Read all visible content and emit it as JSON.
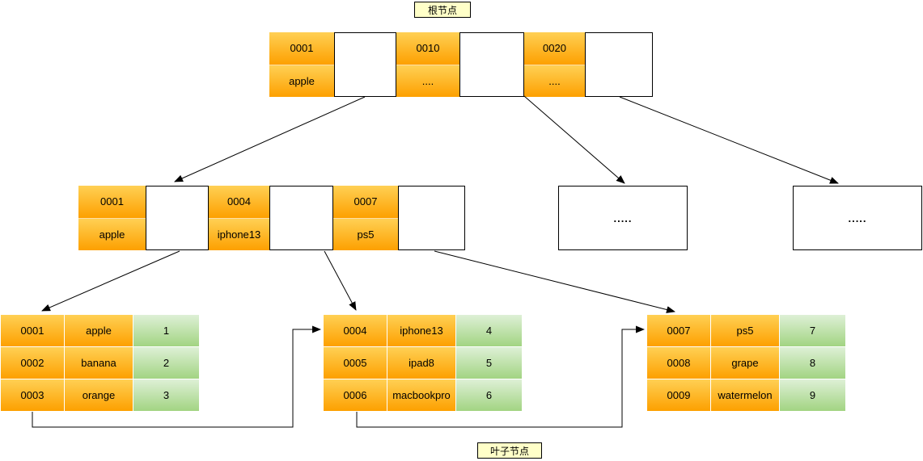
{
  "labels": {
    "root_node": "根节点",
    "leaf_node": "叶子节点"
  },
  "ellipsis": ".....",
  "root_node": {
    "cells": [
      {
        "key": "0001",
        "value": "apple"
      },
      {
        "key": "0010",
        "value": "...."
      },
      {
        "key": "0020",
        "value": "...."
      }
    ]
  },
  "internal_node": {
    "cells": [
      {
        "key": "0001",
        "value": "apple"
      },
      {
        "key": "0004",
        "value": "iphone13"
      },
      {
        "key": "0007",
        "value": "ps5"
      }
    ]
  },
  "leaf_nodes": [
    {
      "rows": [
        {
          "id": "0001",
          "value": "apple",
          "pos": "1"
        },
        {
          "id": "0002",
          "value": "banana",
          "pos": "2"
        },
        {
          "id": "0003",
          "value": "orange",
          "pos": "3"
        }
      ]
    },
    {
      "rows": [
        {
          "id": "0004",
          "value": "iphone13",
          "pos": "4"
        },
        {
          "id": "0005",
          "value": "ipad8",
          "pos": "5"
        },
        {
          "id": "0006",
          "value": "macbookpro",
          "pos": "6"
        }
      ]
    },
    {
      "rows": [
        {
          "id": "0007",
          "value": "ps5",
          "pos": "7"
        },
        {
          "id": "0008",
          "value": "grape",
          "pos": "8"
        },
        {
          "id": "0009",
          "value": "watermelon",
          "pos": "9"
        }
      ]
    }
  ],
  "colors": {
    "cell_orange_top": "#ffd054",
    "cell_orange_bottom": "#fda000",
    "cell_green_top": "#def0d6",
    "cell_green_bottom": "#a2d482",
    "label_yellow": "#ffffc8",
    "stroke": "#000000"
  }
}
